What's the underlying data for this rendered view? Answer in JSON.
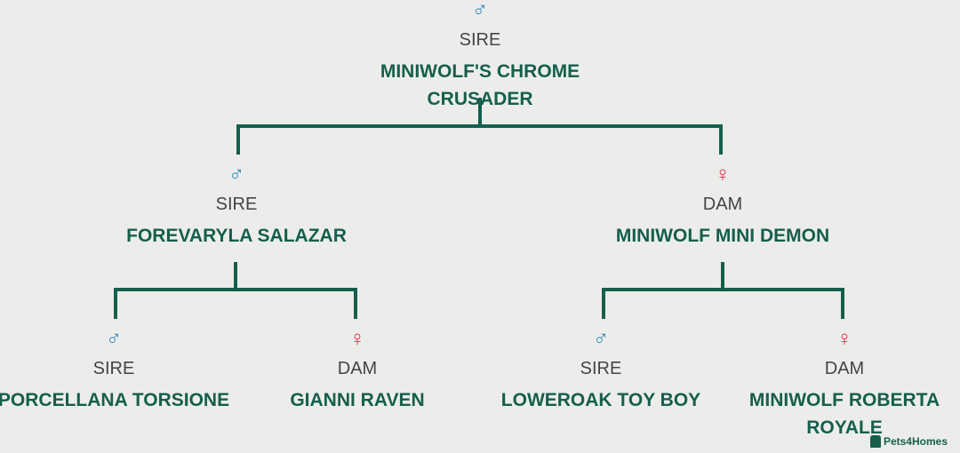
{
  "colors": {
    "background": "#ecedeb",
    "line": "#155f4c",
    "name_text": "#155f4c",
    "male_icon": "#2f87c2",
    "female_icon": "#d7334a"
  },
  "tree": {
    "root": {
      "sex": "male",
      "symbol": "♂",
      "role": "SIRE",
      "name": "MINIWOLF'S CHROME CRUSADER"
    },
    "sire": {
      "sex": "male",
      "symbol": "♂",
      "role": "SIRE",
      "name": "FOREVARYLA SALAZAR"
    },
    "dam": {
      "sex": "female",
      "symbol": "♀",
      "role": "DAM",
      "name": "MINIWOLF MINI DEMON"
    },
    "sire_sire": {
      "sex": "male",
      "symbol": "♂",
      "role": "SIRE",
      "name": "PORCELLANA TORSIONE"
    },
    "sire_dam": {
      "sex": "female",
      "symbol": "♀",
      "role": "DAM",
      "name": "GIANNI RAVEN"
    },
    "dam_sire": {
      "sex": "male",
      "symbol": "♂",
      "role": "SIRE",
      "name": "LOWEROAK TOY BOY"
    },
    "dam_dam": {
      "sex": "female",
      "symbol": "♀",
      "role": "DAM",
      "name": "MINIWOLF ROBERTA ROYALE"
    }
  },
  "watermark": {
    "text": "Pets4Homes",
    "icon": "paw-icon"
  }
}
